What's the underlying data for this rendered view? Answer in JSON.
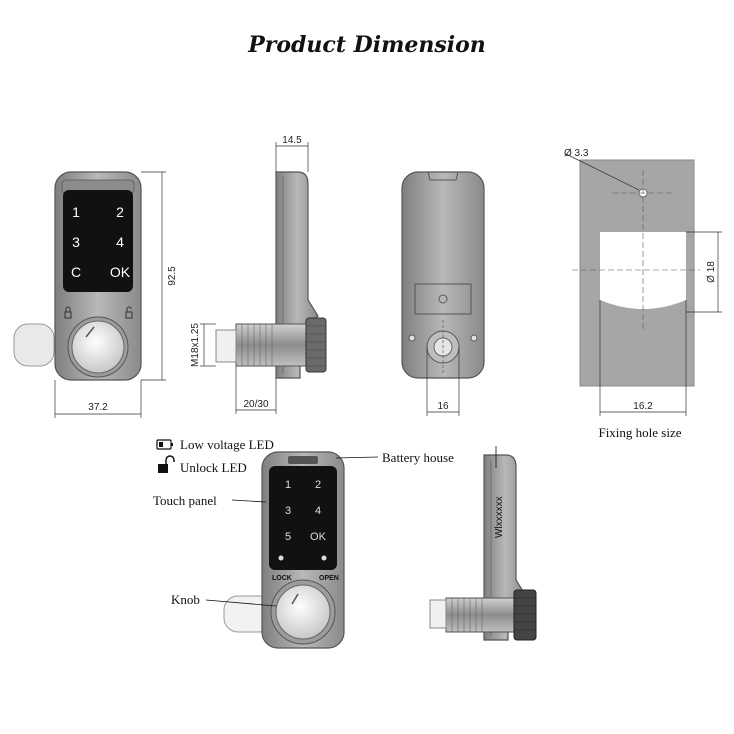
{
  "title": "Product Dimension",
  "dimensions": {
    "front_width": "37.2",
    "front_height": "92.5",
    "side_depth": "14.5",
    "thread": "M18x1.25",
    "cam_length": "20/30",
    "back_width": "16",
    "hole_small": "Ø 3.3",
    "hole_large": "Ø 18",
    "hole_width": "16.2"
  },
  "keypad_top": [
    "1",
    "2",
    "3",
    "4",
    "C",
    "OK"
  ],
  "keypad_bottom": [
    "1",
    "2",
    "3",
    "4",
    "5",
    "OK"
  ],
  "knob_marks": {
    "lock": "LOCK",
    "open": "OPEN"
  },
  "side_label": "Wlxxxxxx",
  "captions": {
    "fixing_hole": "Fixing hole size",
    "low_voltage": "Low voltage LED",
    "unlock": "Unlock LED",
    "battery": "Battery house",
    "touch_panel": "Touch panel",
    "knob": "Knob"
  },
  "colors": {
    "body": "#9a9a9a",
    "panel": "#111111",
    "plate": "#a6a6a6"
  }
}
